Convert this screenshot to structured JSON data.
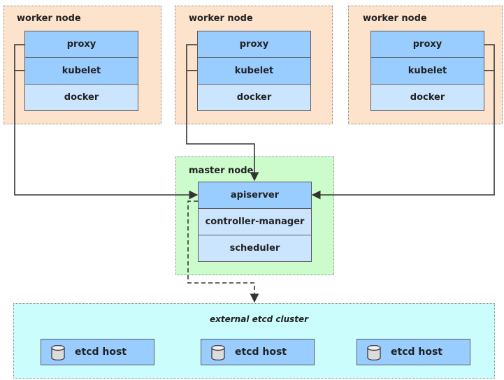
{
  "workers": [
    {
      "title": "worker node",
      "rows": [
        "proxy",
        "kubelet",
        "docker"
      ]
    },
    {
      "title": "worker node",
      "rows": [
        "proxy",
        "kubelet",
        "docker"
      ]
    },
    {
      "title": "worker node",
      "rows": [
        "proxy",
        "kubelet",
        "docker"
      ]
    }
  ],
  "master": {
    "title": "master node",
    "rows": [
      "apiserver",
      "controller-manager",
      "scheduler"
    ]
  },
  "etcd": {
    "title": "external etcd cluster",
    "hosts": [
      "etcd host",
      "etcd host",
      "etcd host"
    ],
    "host_icon": "database-icon"
  },
  "colors": {
    "worker_bg": "#fde3cc",
    "master_bg": "#ccfccc",
    "etcd_bg": "#ccfdfd",
    "component_dark": "#99ccff",
    "component_light": "#cce5ff",
    "connector": "#333333"
  }
}
